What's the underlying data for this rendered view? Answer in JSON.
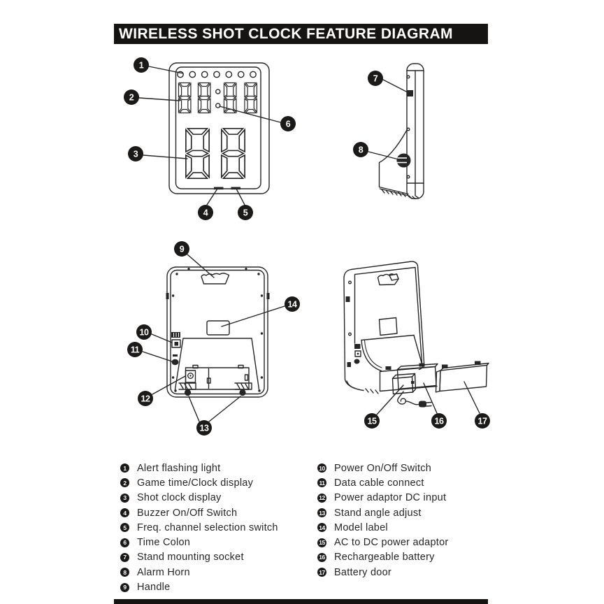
{
  "title": "WIRELESS SHOT CLOCK FEATURE DIAGRAM",
  "colors": {
    "ink": "#262626",
    "bar": "#161412",
    "paper": "#ffffff"
  },
  "display": {
    "game_time": "88:88",
    "shot_clock": "88",
    "alert_light_count": 7
  },
  "callouts": [
    "1",
    "2",
    "3",
    "4",
    "5",
    "6",
    "7",
    "8",
    "9",
    "10",
    "11",
    "12",
    "13",
    "14",
    "15",
    "16",
    "17"
  ],
  "legend": {
    "left": [
      {
        "num": "1",
        "label": "Alert flashing light"
      },
      {
        "num": "2",
        "label": "Game time/Clock display"
      },
      {
        "num": "3",
        "label": "Shot clock display"
      },
      {
        "num": "4",
        "label": "Buzzer On/Off Switch"
      },
      {
        "num": "5",
        "label": "Freq. channel selection switch"
      },
      {
        "num": "6",
        "label": "Time Colon"
      },
      {
        "num": "7",
        "label": "Stand mounting socket"
      },
      {
        "num": "8",
        "label": "Alarm Horn"
      },
      {
        "num": "9",
        "label": "Handle"
      }
    ],
    "right": [
      {
        "num": "10",
        "label": "Power On/Off Switch"
      },
      {
        "num": "11",
        "label": "Data cable connect"
      },
      {
        "num": "12",
        "label": "Power adaptor DC input"
      },
      {
        "num": "13",
        "label": "Stand angle adjust"
      },
      {
        "num": "14",
        "label": "Model label"
      },
      {
        "num": "15",
        "label": "AC to DC power adaptor"
      },
      {
        "num": "16",
        "label": "Rechargeable battery"
      },
      {
        "num": "17",
        "label": "Battery door"
      }
    ]
  }
}
